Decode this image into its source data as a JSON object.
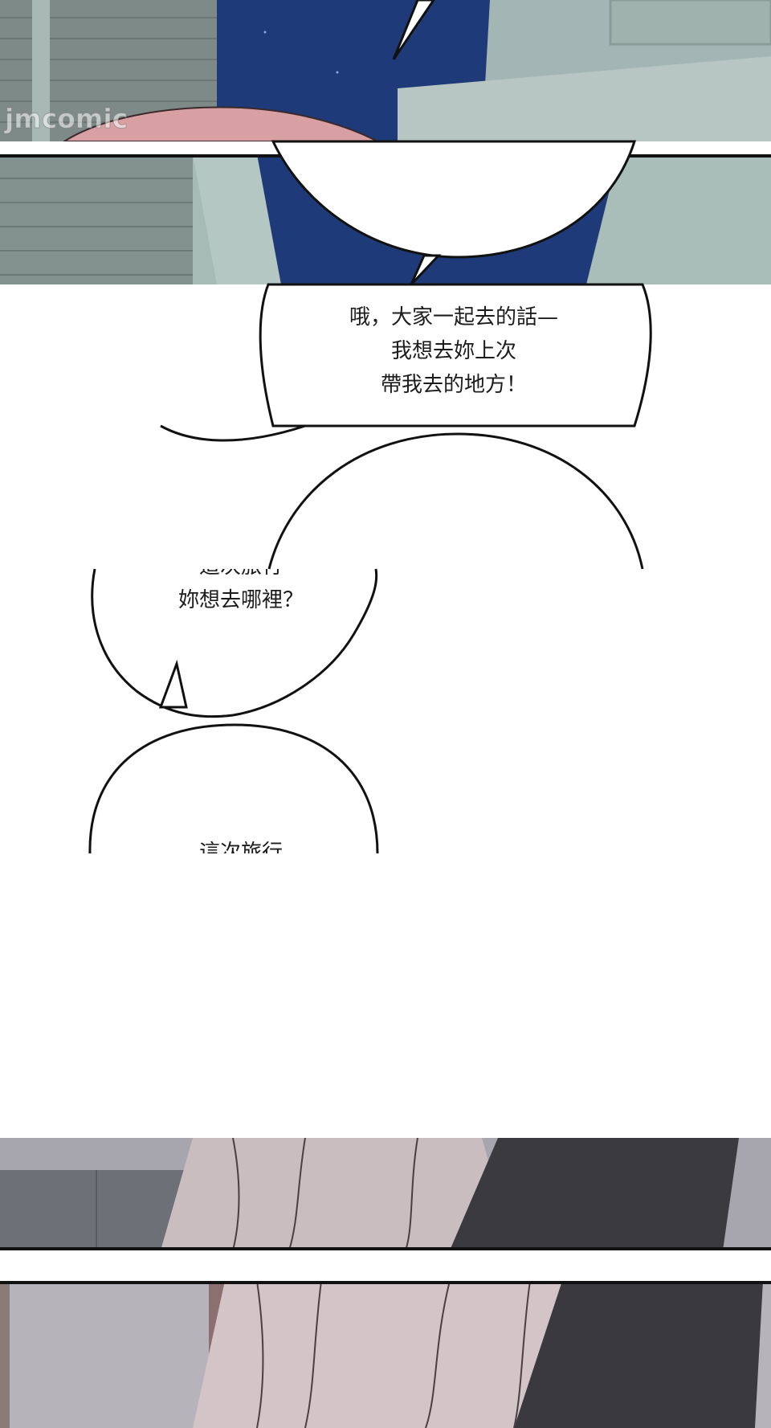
{
  "watermark": "jmcomic",
  "bubbles": {
    "main": {
      "line1": "哦，大家一起去的話—",
      "line2": "我想去妳上次",
      "line3": "帶我去的地方！"
    },
    "question": {
      "line1": "這次旅行",
      "line2": "妳想去哪裡？"
    },
    "partial_top": "這次旅行"
  },
  "colors": {
    "night_sky": "#1f3a78",
    "wall_teal": "#9fb6b2",
    "brick": "#7f8c8a",
    "hair_pink": "#d9a0a3",
    "grey_wall": "#a9a9b1",
    "jacket_dark": "#3b3a3f"
  }
}
